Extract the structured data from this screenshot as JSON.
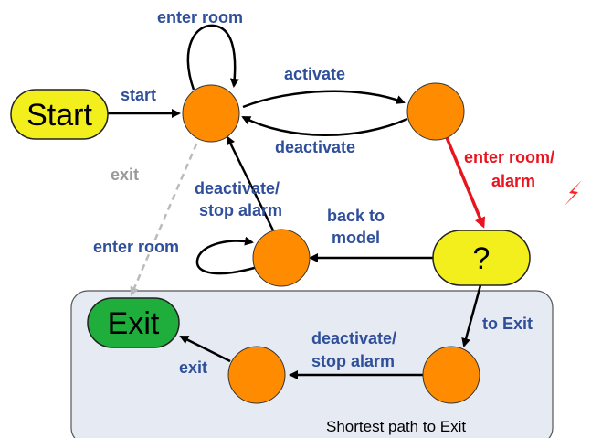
{
  "diagram": {
    "nodes": {
      "start": "Start",
      "question": "?",
      "exit": "Exit"
    },
    "region_label": "Shortest path to Exit",
    "edge_labels": {
      "start": "start",
      "enter_room_top": "enter room",
      "activate": "activate",
      "deactivate": "deactivate",
      "exit_gray": "exit",
      "enter_room_alarm_1": "enter room/",
      "enter_room_alarm_2": "alarm",
      "deactivate_stop_1": "deactivate/",
      "deactivate_stop_2": "stop alarm",
      "back_to_model_1": "back to",
      "back_to_model_2": "model",
      "enter_room_mid": "enter room",
      "to_exit": "to Exit",
      "deactivate_stop_bottom_1": "deactivate/",
      "deactivate_stop_bottom_2": "stop alarm",
      "exit_bottom": "exit"
    },
    "colors": {
      "state_fill": "#ff8c00",
      "start_fill": "#f3ef1d",
      "exit_fill": "#1fae3c",
      "region_fill": "#e6ebf3",
      "label_blue": "#2f4f9a",
      "label_red": "#e8141e",
      "arrow_black": "#000000",
      "arrow_red": "#e8141e",
      "arrow_gray": "#bbbbbb",
      "lightning": "#ff2020"
    }
  }
}
